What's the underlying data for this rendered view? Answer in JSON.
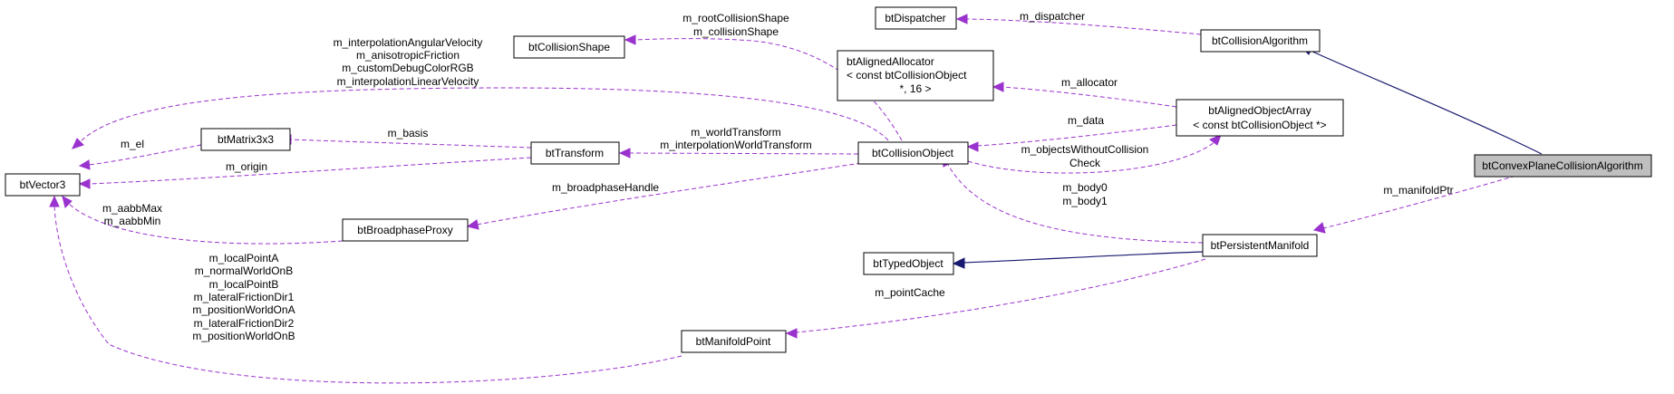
{
  "nodes": {
    "btConvexPlaneCollisionAlgorithm": "btConvexPlaneCollisionAlgorithm",
    "btCollisionAlgorithm": "btCollisionAlgorithm",
    "btDispatcher": "btDispatcher",
    "btPersistentManifold": "btPersistentManifold",
    "btCollisionObject": "btCollisionObject",
    "btCollisionShape": "btCollisionShape",
    "btTransform": "btTransform",
    "btMatrix3x3": "btMatrix3x3",
    "btVector3": "btVector3",
    "btBroadphaseProxy": "btBroadphaseProxy",
    "btAlignedObjectArray": [
      "btAlignedObjectArray",
      "< const btCollisionObject *>"
    ],
    "btAlignedAllocator": [
      "btAlignedAllocator",
      "< const btCollisionObject",
      "*, 16 >"
    ],
    "btTypedObject": "btTypedObject",
    "btManifoldPoint": "btManifoldPoint"
  },
  "edge_labels": {
    "dispatcher": "m_dispatcher",
    "manifoldPtr": "m_manifoldPtr",
    "rootShape": [
      "m_rootCollisionShape",
      "m_collisionShape"
    ],
    "allocator": "m_allocator",
    "data": "m_data",
    "objectsWithout": [
      "m_objectsWithoutCollision",
      "Check"
    ],
    "bodies": [
      "m_body0",
      "m_body1"
    ],
    "worldTransform": [
      "m_worldTransform",
      "m_interpolationWorldTransform"
    ],
    "objectToVector": [
      "m_interpolationAngularVelocity",
      "m_anisotropicFriction",
      "m_customDebugColorRGB",
      "m_interpolationLinearVelocity"
    ],
    "basis": "m_basis",
    "el": "m_el",
    "origin": "m_origin",
    "broadphaseHandle": "m_broadphaseHandle",
    "aabb": [
      "m_aabbMax",
      "m_aabbMin"
    ],
    "pointCache": "m_pointCache",
    "manifoldPointVectors": [
      "m_localPointA",
      "m_normalWorldOnB",
      "m_localPointB",
      "m_lateralFrictionDir1",
      "m_positionWorldOnA",
      "m_lateralFrictionDir2",
      "m_positionWorldOnB"
    ]
  },
  "colors": {
    "member_edge": "#9a32cd",
    "inheritance_edge": "#191970",
    "highlight_fill": "#bfbfbf"
  }
}
